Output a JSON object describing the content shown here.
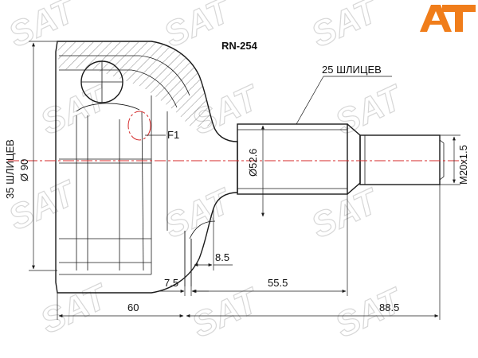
{
  "part_number": "RN-254",
  "brand": "AT",
  "watermark": "SAT",
  "labels": {
    "outer_splines": "35 ШЛИЦЕВ",
    "outer_diameter": "Ø 90",
    "shaft_splines": "25 ШЛИЦЕВ",
    "shaft_diameter": "Ø52.6",
    "thread": "M20x1.5",
    "flag": "F1"
  },
  "dimensions": {
    "d_8_5": "8.5",
    "d_7_5": "7.5",
    "d_55_5": "55.5",
    "d_60": "60",
    "d_88_5": "88.5"
  },
  "colors": {
    "brand_orange": "#f07d1a",
    "centerline_red": "#d42a2a",
    "watermark_grey": "#d7d7d7"
  }
}
